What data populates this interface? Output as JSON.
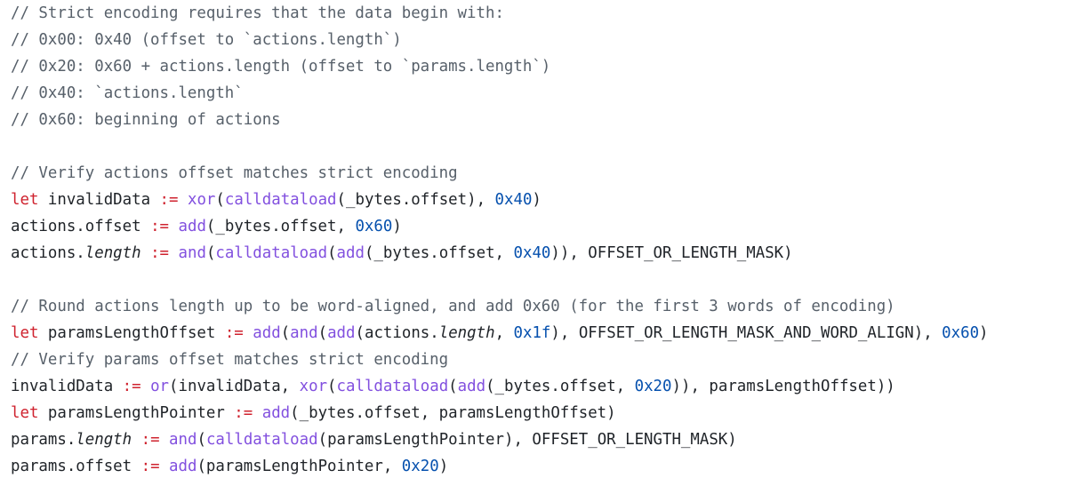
{
  "code": {
    "lines": [
      [
        [
          "comment",
          "// Strict encoding requires that the data begin with:"
        ]
      ],
      [
        [
          "comment",
          "// 0x00: 0x40 (offset to `actions.length`)"
        ]
      ],
      [
        [
          "comment",
          "// 0x20: 0x60 + actions.length (offset to `params.length`)"
        ]
      ],
      [
        [
          "comment",
          "// 0x40: `actions.length`"
        ]
      ],
      [
        [
          "comment",
          "// 0x60: beginning of actions"
        ]
      ],
      [],
      [
        [
          "comment",
          "// Verify actions offset matches strict encoding"
        ]
      ],
      [
        [
          "keyword",
          "let"
        ],
        [
          "plain",
          " invalidData "
        ],
        [
          "keyword",
          ":="
        ],
        [
          "plain",
          " "
        ],
        [
          "func",
          "xor"
        ],
        [
          "plain",
          "("
        ],
        [
          "func",
          "calldataload"
        ],
        [
          "plain",
          "(_bytes.offset), "
        ],
        [
          "number",
          "0x40"
        ],
        [
          "plain",
          ")"
        ]
      ],
      [
        [
          "plain",
          "actions.offset "
        ],
        [
          "keyword",
          ":="
        ],
        [
          "plain",
          " "
        ],
        [
          "func",
          "add"
        ],
        [
          "plain",
          "(_bytes.offset, "
        ],
        [
          "number",
          "0x60"
        ],
        [
          "plain",
          ")"
        ]
      ],
      [
        [
          "plain",
          "actions."
        ],
        [
          "italic",
          "length"
        ],
        [
          "plain",
          " "
        ],
        [
          "keyword",
          ":="
        ],
        [
          "plain",
          " "
        ],
        [
          "func",
          "and"
        ],
        [
          "plain",
          "("
        ],
        [
          "func",
          "calldataload"
        ],
        [
          "plain",
          "("
        ],
        [
          "func",
          "add"
        ],
        [
          "plain",
          "(_bytes.offset, "
        ],
        [
          "number",
          "0x40"
        ],
        [
          "plain",
          ")), OFFSET_OR_LENGTH_MASK)"
        ]
      ],
      [],
      [
        [
          "comment",
          "// Round actions length up to be word-aligned, and add 0x60 (for the first 3 words of encoding)"
        ]
      ],
      [
        [
          "keyword",
          "let"
        ],
        [
          "plain",
          " paramsLengthOffset "
        ],
        [
          "keyword",
          ":="
        ],
        [
          "plain",
          " "
        ],
        [
          "func",
          "add"
        ],
        [
          "plain",
          "("
        ],
        [
          "func",
          "and"
        ],
        [
          "plain",
          "("
        ],
        [
          "func",
          "add"
        ],
        [
          "plain",
          "(actions."
        ],
        [
          "italic",
          "length"
        ],
        [
          "plain",
          ", "
        ],
        [
          "number",
          "0x1f"
        ],
        [
          "plain",
          "), OFFSET_OR_LENGTH_MASK_AND_WORD_ALIGN), "
        ],
        [
          "number",
          "0x60"
        ],
        [
          "plain",
          ")"
        ]
      ],
      [
        [
          "comment",
          "// Verify params offset matches strict encoding"
        ]
      ],
      [
        [
          "plain",
          "invalidData "
        ],
        [
          "keyword",
          ":="
        ],
        [
          "plain",
          " "
        ],
        [
          "func",
          "or"
        ],
        [
          "plain",
          "(invalidData, "
        ],
        [
          "func",
          "xor"
        ],
        [
          "plain",
          "("
        ],
        [
          "func",
          "calldataload"
        ],
        [
          "plain",
          "("
        ],
        [
          "func",
          "add"
        ],
        [
          "plain",
          "(_bytes.offset, "
        ],
        [
          "number",
          "0x20"
        ],
        [
          "plain",
          ")), paramsLengthOffset))"
        ]
      ],
      [
        [
          "keyword",
          "let"
        ],
        [
          "plain",
          " paramsLengthPointer "
        ],
        [
          "keyword",
          ":="
        ],
        [
          "plain",
          " "
        ],
        [
          "func",
          "add"
        ],
        [
          "plain",
          "(_bytes.offset, paramsLengthOffset)"
        ]
      ],
      [
        [
          "plain",
          "params."
        ],
        [
          "italic",
          "length"
        ],
        [
          "plain",
          " "
        ],
        [
          "keyword",
          ":="
        ],
        [
          "plain",
          " "
        ],
        [
          "func",
          "and"
        ],
        [
          "plain",
          "("
        ],
        [
          "func",
          "calldataload"
        ],
        [
          "plain",
          "(paramsLengthPointer), OFFSET_OR_LENGTH_MASK)"
        ]
      ],
      [
        [
          "plain",
          "params.offset "
        ],
        [
          "keyword",
          ":="
        ],
        [
          "plain",
          " "
        ],
        [
          "func",
          "add"
        ],
        [
          "plain",
          "(paramsLengthPointer, "
        ],
        [
          "number",
          "0x20"
        ],
        [
          "plain",
          ")"
        ]
      ]
    ]
  },
  "colors": {
    "background": "#ffffff",
    "comment": "#57606a",
    "keyword": "#cf222e",
    "function": "#8250df",
    "number": "#0550ae",
    "plain": "#1f2328"
  }
}
